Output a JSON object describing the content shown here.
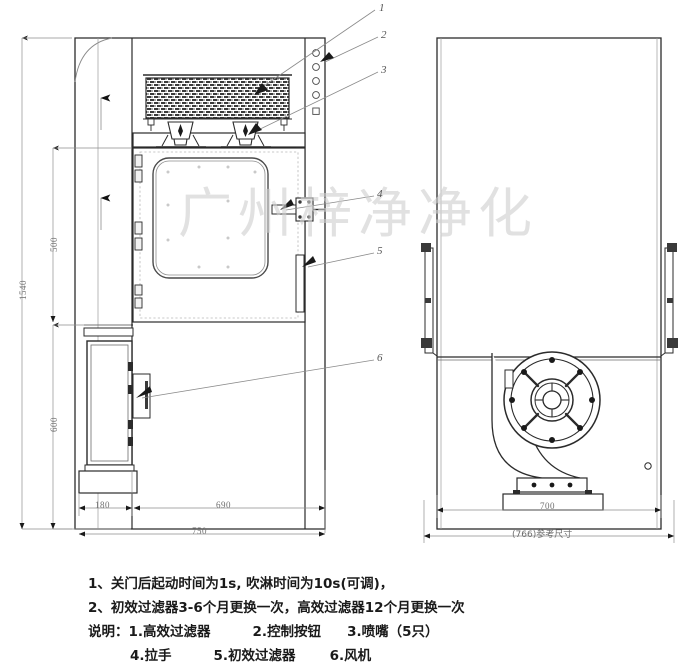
{
  "document": {
    "type": "engineering-drawing",
    "subject": "air-shower-room",
    "watermark": "广州梓净净化"
  },
  "views": {
    "front": {
      "name": "front-elevation"
    },
    "side": {
      "name": "side-elevation"
    }
  },
  "dimensions": {
    "front": {
      "overall_height": "1540",
      "upper_section": "500",
      "lower_section": "600",
      "left_duct_width": "180",
      "chamber_width": "690",
      "overall_width": "750"
    },
    "side": {
      "depth": "700",
      "reference_depth": "(766)参考尺寸"
    }
  },
  "callouts": [
    {
      "id": "1",
      "label": "1"
    },
    {
      "id": "2",
      "label": "2"
    },
    {
      "id": "3",
      "label": "3"
    },
    {
      "id": "4",
      "label": "4"
    },
    {
      "id": "5",
      "label": "5"
    },
    {
      "id": "6",
      "label": "6"
    }
  ],
  "notes": {
    "line1": "1、关门后起动时间为1s, 吹淋时间为10s(可调)，",
    "line2": "2、初效过滤器3-6个月更换一次，高效过滤器12个月更换一次",
    "legend_prefix": "说明：",
    "legend": [
      {
        "num": "1.",
        "text": "高效过滤器"
      },
      {
        "num": "2.",
        "text": "控制按钮"
      },
      {
        "num": "3.",
        "text": "喷嘴（5只）"
      },
      {
        "num": "4.",
        "text": "拉手"
      },
      {
        "num": "5.",
        "text": "初效过滤器"
      },
      {
        "num": "6.",
        "text": "风机"
      }
    ]
  },
  "colors": {
    "line": "#2b2b2b",
    "thin": "#777777",
    "dim": "#6e6e6e",
    "watermark": "#cfcfcf",
    "fill": "#ffffff"
  }
}
